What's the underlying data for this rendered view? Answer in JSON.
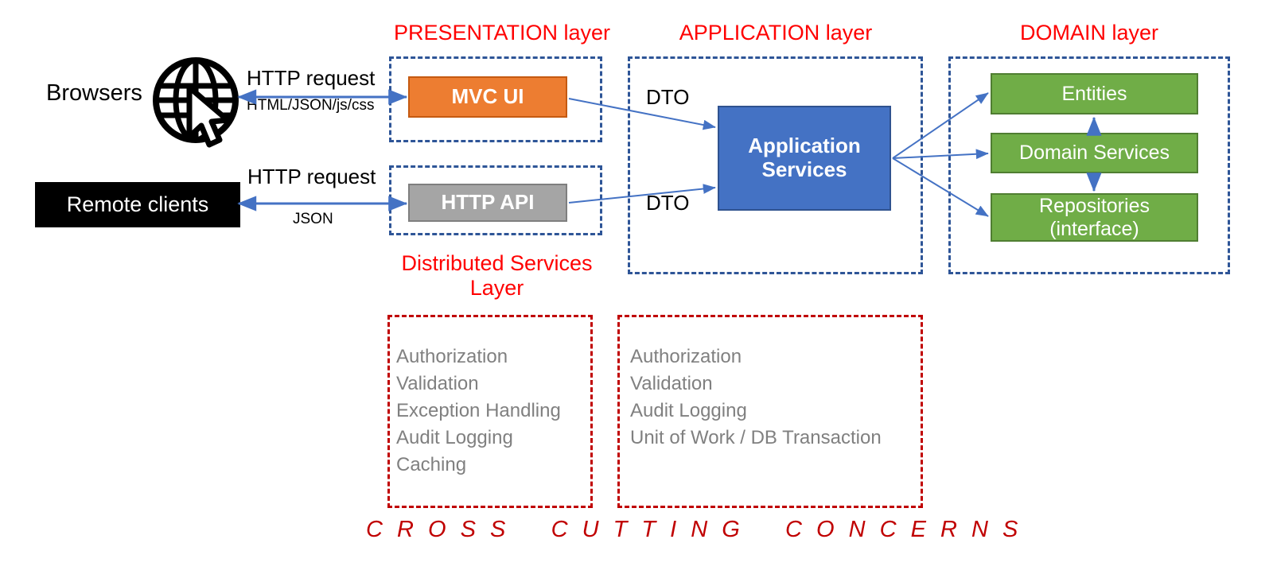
{
  "diagram": {
    "title_presentation": "PRESENTATION layer",
    "title_application": "APPLICATION layer",
    "title_domain": "DOMAIN layer",
    "title_distributed": "Distributed Services Layer",
    "footer": "C R O S S    C U T T I N G    C O N C E R N S"
  },
  "actors": {
    "browsers": "Browsers",
    "remote_clients": "Remote clients",
    "globe_icon": "globe-icon",
    "cursor_icon": "mouse-cursor-icon"
  },
  "flows": {
    "http_request_top": "HTTP request",
    "response_top": "HTML/JSON/js/css",
    "http_request_bottom": "HTTP request",
    "response_bottom": "JSON",
    "dto_top": "DTO",
    "dto_bottom": "DTO"
  },
  "nodes": {
    "mvc_ui": "MVC UI",
    "http_api": "HTTP API",
    "application_services": "Application\nServices",
    "application_services_line1": "Application",
    "application_services_line2": "Services",
    "entities": "Entities",
    "domain_services": "Domain Services",
    "repositories_line1": "Repositories",
    "repositories_line2": "(interface)"
  },
  "cross_cutting": {
    "presentation_concerns": [
      "Authorization",
      "Validation",
      "Exception Handling",
      "Audit Logging",
      "Caching"
    ],
    "presentation_concerns_text": "Authorization\nValidation\nException Handling\nAudit Logging\nCaching",
    "application_concerns": [
      "Authorization",
      "Validation",
      "Audit Logging",
      "Unit of Work / DB Transaction"
    ],
    "application_concerns_text": "Authorization\nValidation\nAudit Logging\nUnit of Work / DB Transaction"
  },
  "colors": {
    "layer_title_red": "#FF0000",
    "dashed_blue": "#2E5597",
    "dashed_red": "#C00000",
    "mvc_orange": "#ED7D31",
    "api_gray": "#A5A5A5",
    "app_blue": "#4472C4",
    "domain_green": "#70AD47",
    "arrow_blue": "#4472C4",
    "concern_gray": "#808080",
    "client_black": "#000000"
  }
}
